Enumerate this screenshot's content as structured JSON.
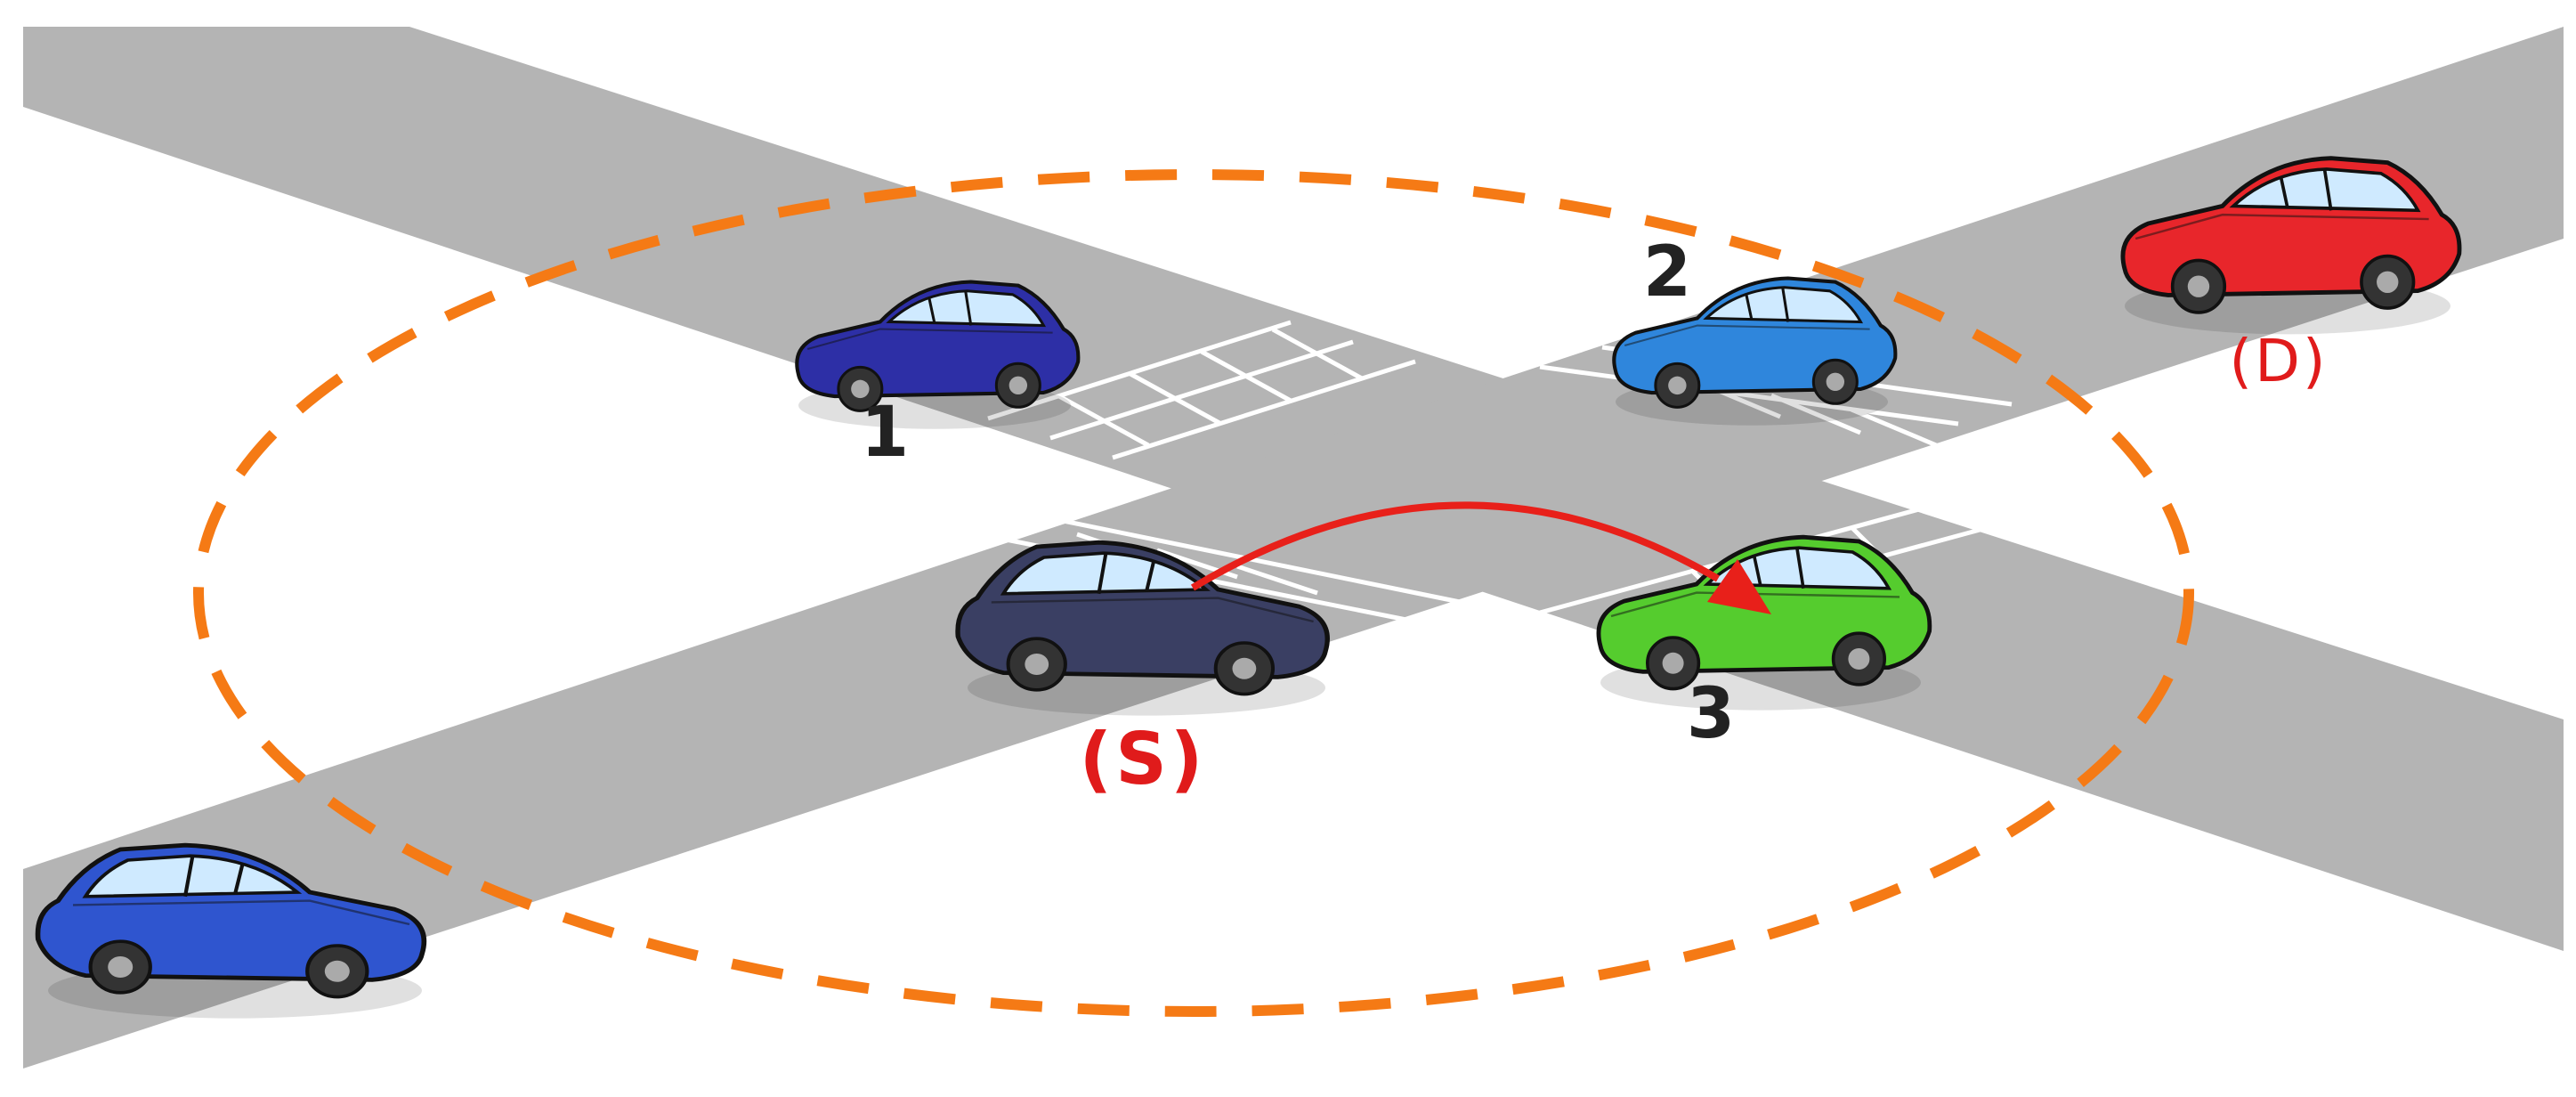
{
  "colors": {
    "road": "#b4b4b4",
    "crosswalk": "#ffffff",
    "range_circle": "#f57a15",
    "arrow": "#e8201a",
    "label_dark": "#222222",
    "label_red": "#e01b1b",
    "car_1": "#2d2fa6",
    "car_2": "#2f86dc",
    "car_3": "#55cc2e",
    "car_source": "#3a3f63",
    "car_destination": "#e8262b",
    "car_far_left": "#2f55cf"
  },
  "labels": {
    "car_1": "1",
    "car_2": "2",
    "car_3": "3",
    "source": "(S)",
    "destination": "(D)"
  }
}
